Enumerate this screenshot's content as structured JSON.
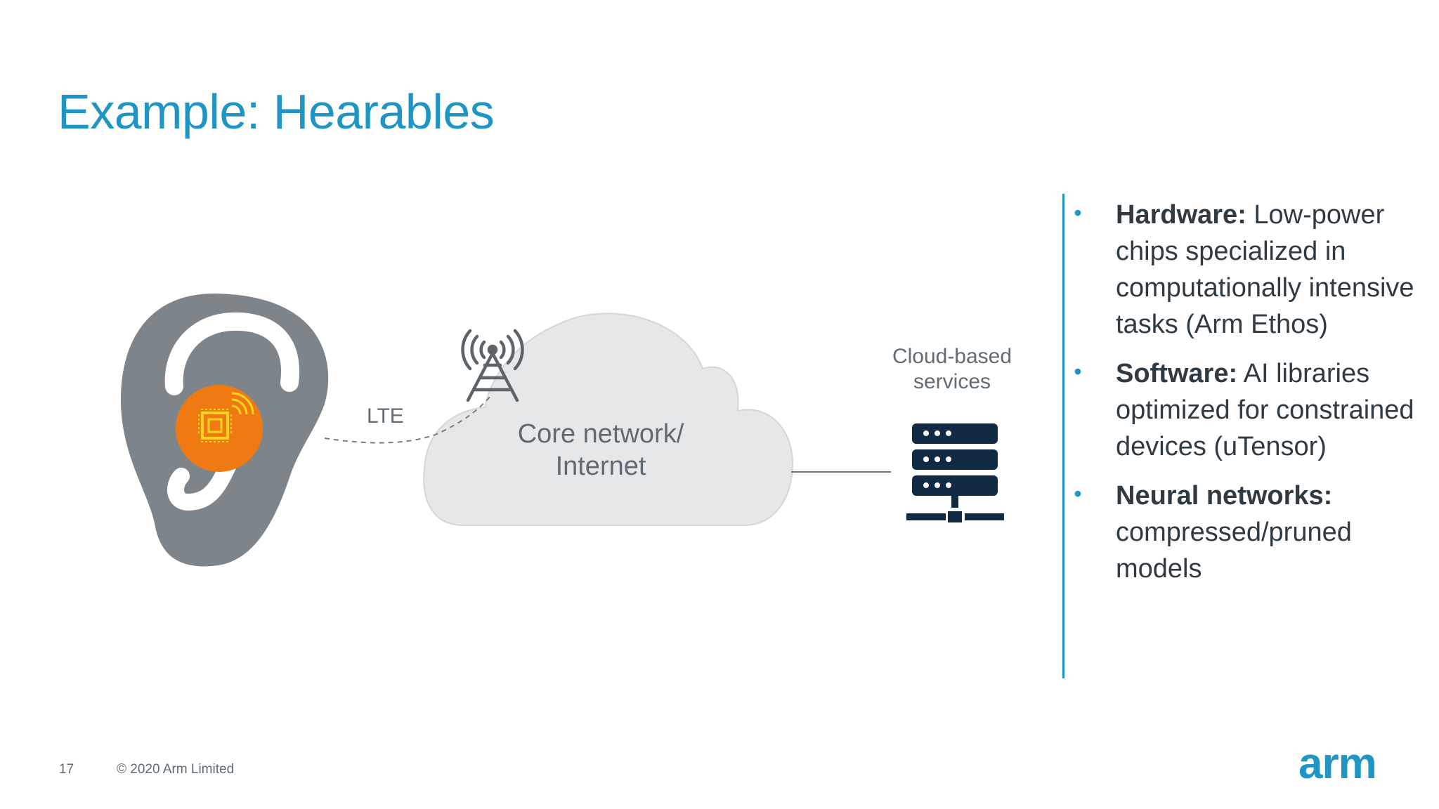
{
  "slide": {
    "title": "Example: Hearables",
    "page_number": "17",
    "copyright": "© 2020 Arm Limited",
    "logo_text": "arm"
  },
  "diagram": {
    "link_label": "LTE",
    "cloud_label_line1": "Core network/",
    "cloud_label_line2": "Internet",
    "services_label_line1": "Cloud-based",
    "services_label_line2": "services",
    "nodes": [
      "ear-device-icon",
      "cell-tower-icon",
      "cloud-icon",
      "server-rack-icon"
    ]
  },
  "bullets": [
    {
      "term": "Hardware:",
      "text": " Low-power chips specialized in computationally intensive tasks (Arm Ethos)"
    },
    {
      "term": "Software:",
      "text": " AI libraries optimized for constrained devices (uTensor)"
    },
    {
      "term": "Neural networks:",
      "text": " compressed/pruned models"
    }
  ],
  "colors": {
    "accent": "#1e95c4",
    "ear": "#7d858b",
    "chip": "#f07a12",
    "cloud": "#e6e7e8",
    "server": "#102a43",
    "text": "#303a42"
  }
}
